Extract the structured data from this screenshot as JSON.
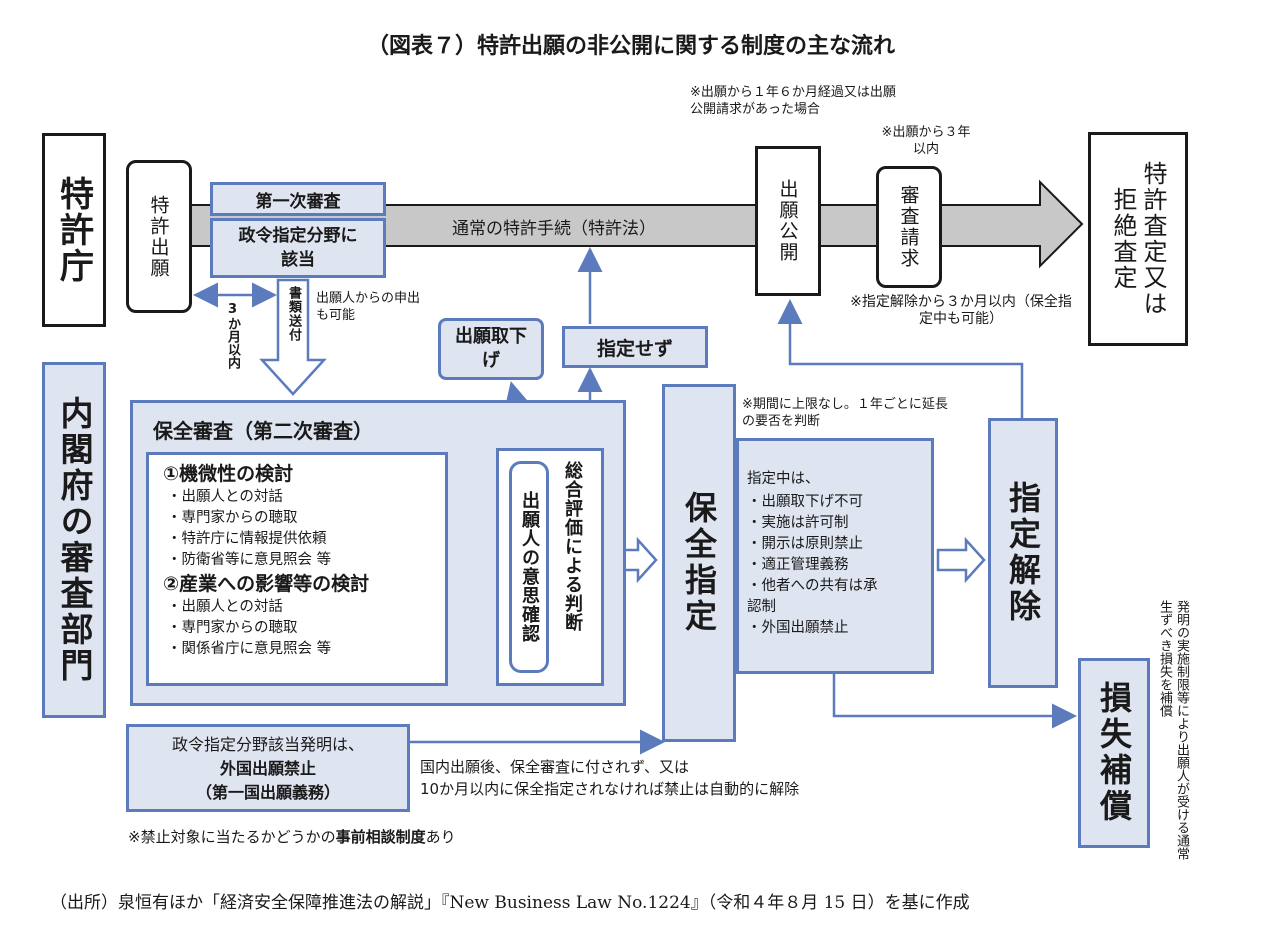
{
  "title": "（図表７）特許出願の非公開に関する制度の主な流れ",
  "jpo": {
    "label": "特許庁",
    "filing": "特許出願",
    "first_exam": "第一次審査",
    "designated_field": "政令指定分野に該当",
    "normal_procedure": "通常の特許手続（特許法）",
    "three_months": "3か月以内",
    "send_docs": "書類送付",
    "applicant_request": "出願人からの申出も可能",
    "pub_note": "※出願から１年６か月経過又は出願公開請求があった場合",
    "publication": "出願公開",
    "exam_note": "※出願から３年以内",
    "exam_request": "審査請求",
    "release_note": "※指定解除から３か月以内（保全指定中も可能）",
    "result": "特許査定又は拒絶査定"
  },
  "cabinet": {
    "label": "内閣府の審査部門",
    "withdraw": "出願取下げ",
    "not_designated": "指定せず",
    "security_review": "保全審査（第二次審査）",
    "review1_title": "①機微性の検討",
    "review1_items": [
      "・出願人との対話",
      "・専門家からの聴取",
      "・特許庁に情報提供依頼",
      "・防衛省等に意見照会 等"
    ],
    "review2_title": "②産業への影響等の検討",
    "review2_items": [
      "・出願人との対話",
      "・専門家からの聴取",
      "・関係省庁に意見照会 等"
    ],
    "intent_confirm": "出願人の意思確認",
    "overall_judgement": "総合評価による判断",
    "designation": "保全指定",
    "period_note": "※期間に上限なし。１年ごとに延長の要否を判断",
    "during_title": "指定中は、",
    "during_items": [
      "・出願取下げ不可",
      "・実施は許可制",
      "・開示は原則禁止",
      "・適正管理義務",
      "・他者への共有は承認制",
      "・外国出願禁止"
    ],
    "release": "指定解除",
    "compensation": "損失補償",
    "compensation_note": "発明の実施制限等により出願人が受ける通常生ずべき損失を補償"
  },
  "foreign": {
    "line1": "政令指定分野該当発明は、",
    "line2": "外国出願禁止",
    "line3": "（第一国出願義務）",
    "auto_release_1": "国内出願後、保全審査に付されず、又は",
    "auto_release_2": "10か月以内に保全指定されなければ禁止は自動的に解除",
    "consult_prefix": "※禁止対象に当たるかどうかの",
    "consult_bold": "事前相談制度",
    "consult_suffix": "あり"
  },
  "source": "（出所）泉恒有ほか「経済安全保障推進法の解説」『New Business Law No.1224』（令和４年８月 15 日）を基に作成",
  "colors": {
    "accent": "#5b7bbd",
    "fill": "#dfe4f1",
    "arrow_gray": "#c8c8c8",
    "ink": "#1a1a1a"
  }
}
